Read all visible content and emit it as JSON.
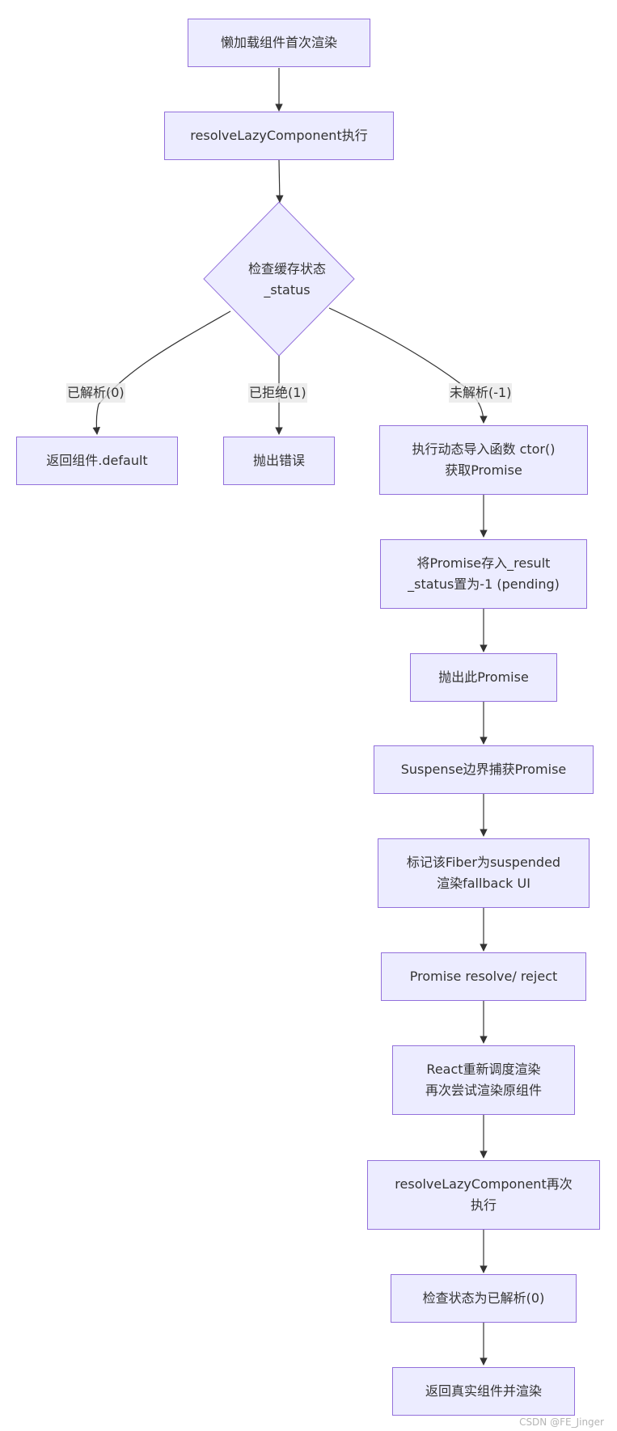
{
  "diagram": {
    "nodes": {
      "start": "懒加载组件首次渲染",
      "resolve": "resolveLazyComponent执行",
      "check": "检查缓存状态\n_status",
      "return_default": "返回组件.default",
      "throw_error": "抛出错误",
      "exec_ctor": "执行动态导入函数 ctor()\n获取Promise",
      "store_promise": "将Promise存入_result\n_status置为-1 (pending)",
      "throw_promise": "抛出此Promise",
      "suspense_catch": "Suspense边界捕获Promise",
      "mark_suspended": "标记该Fiber为suspended\n渲染fallback UI",
      "promise_settle": "Promise resolve/ reject",
      "react_reschedule": "React重新调度渲染\n再次尝试渲染原组件",
      "resolve_again": "resolveLazyComponent再次\n执行",
      "check_resolved": "检查状态为已解析(0)",
      "return_real": "返回真实组件并渲染"
    },
    "edge_labels": {
      "resolved": "已解析(0)",
      "rejected": "已拒绝(1)",
      "unresolved": "未解析(-1)"
    },
    "colors": {
      "node_fill": "#ECECFF",
      "node_stroke": "#9370DB",
      "edge": "#333333",
      "label_bg": "#E8E8E8"
    }
  },
  "watermark": "CSDN @FE_Jinger"
}
